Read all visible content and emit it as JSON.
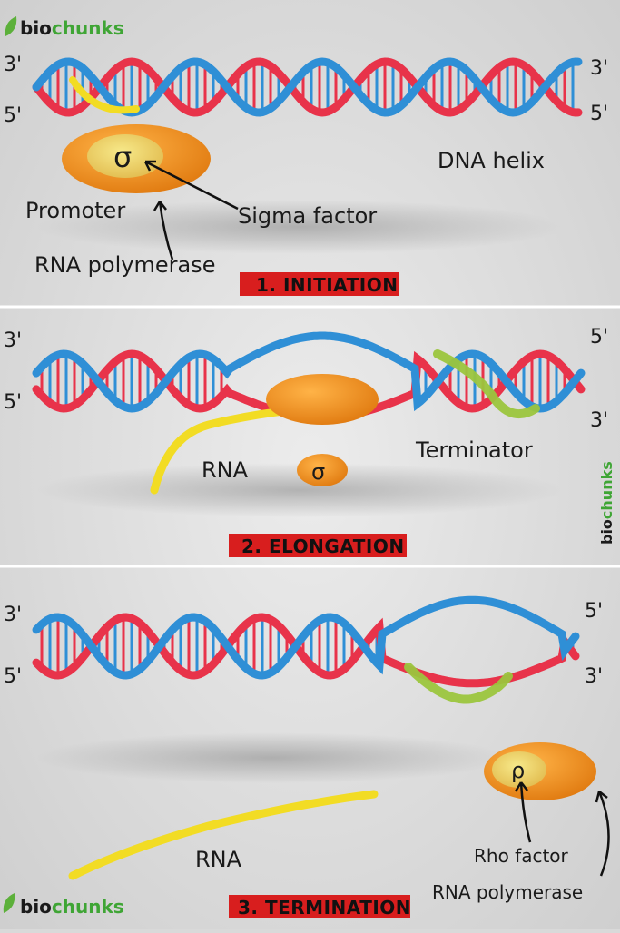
{
  "brand": {
    "name_part1": "bio",
    "name_part2": "chunks"
  },
  "colors": {
    "strand_a": "#e8334a",
    "strand_b": "#2f8fd6",
    "rna": "#f2dc24",
    "enzyme": "#f08c1e",
    "terminator": "#9bc53d",
    "banner": "#d81e1e",
    "background": "#d9d9d9"
  },
  "ends": {
    "three_prime": "3'",
    "five_prime": "5'"
  },
  "initiation": {
    "title": "1. INITIATION",
    "dna_label": "DNA helix",
    "promoter_label": "Promoter",
    "sigma_label": "Sigma factor",
    "polymerase_label": "RNA polymerase",
    "sigma_symbol": "σ"
  },
  "elongation": {
    "title": "2. ELONGATION",
    "rna_label": "RNA",
    "terminator_label": "Terminator",
    "sigma_symbol": "σ"
  },
  "termination": {
    "title": "3. TERMINATION",
    "rna_label": "RNA",
    "rho_label": "Rho factor",
    "polymerase_label": "RNA polymerase",
    "rho_symbol": "ρ"
  }
}
